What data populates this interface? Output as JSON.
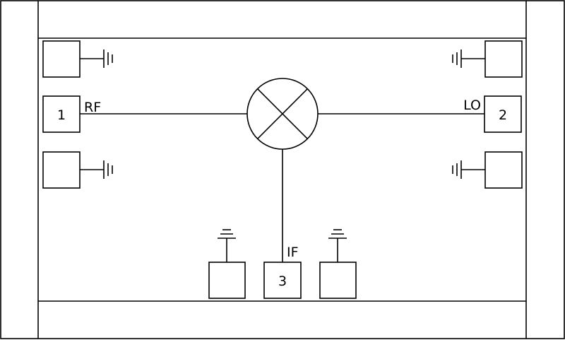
{
  "pads": {
    "rf_number": "1",
    "lo_number": "2",
    "if_number": "3"
  },
  "ports": {
    "rf_label": "RF",
    "lo_label": "LO",
    "if_label": "IF"
  },
  "mixer": {
    "icon": "mixer-x-circle-icon"
  },
  "ground": {
    "icon": "ground-symbol-icon"
  },
  "colors": {
    "stroke": "#000000",
    "background": "#ffffff"
  }
}
